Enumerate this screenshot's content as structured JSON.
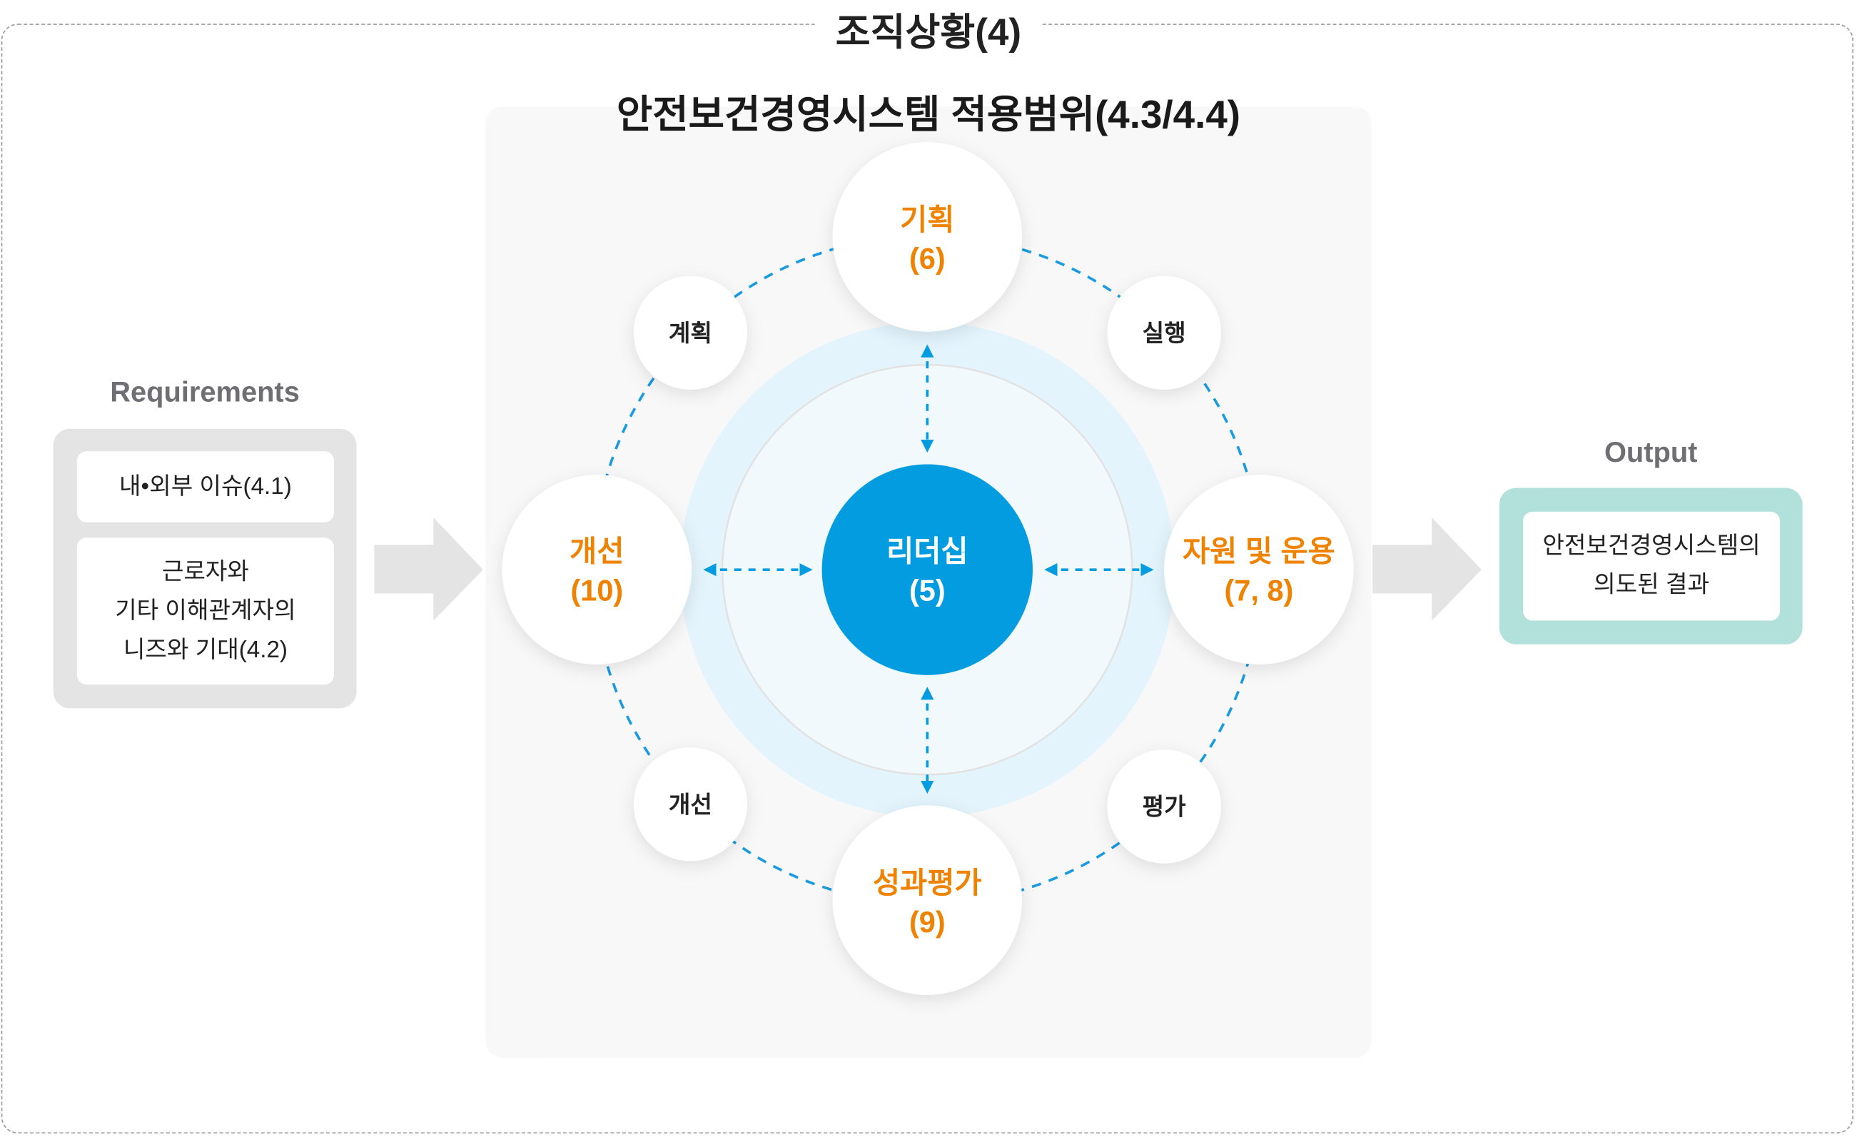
{
  "context_title": "조직상황(4)",
  "scope_title": "안전보건경영시스템 적용범위(4.3/4.4)",
  "requirements": {
    "label": "Requirements",
    "items": [
      "내•외부 이슈(4.1)",
      "근로자와",
      "기타 이해관계자의",
      "니즈와 기대(4.2)"
    ]
  },
  "output": {
    "label": "Output",
    "lines": [
      "안전보건경영시스템의",
      "의도된 결과"
    ]
  },
  "center": {
    "line1": "리더십",
    "line2": "(5)"
  },
  "major": {
    "top": {
      "line1": "기획",
      "line2": "(6)"
    },
    "right": {
      "line1": "자원 및 운용",
      "line2": "(7, 8)"
    },
    "bottom": {
      "line1": "성과평가",
      "line2": "(9)"
    },
    "left": {
      "line1": "개선",
      "line2": "(10)"
    }
  },
  "pdca": {
    "plan": "계획",
    "do": "실행",
    "check": "평가",
    "act": "개선"
  },
  "colors": {
    "accent_blue": "#049ce0",
    "orange": "#ef8200",
    "ring": "#e3f4fd",
    "output_bg": "#b2e0da"
  }
}
